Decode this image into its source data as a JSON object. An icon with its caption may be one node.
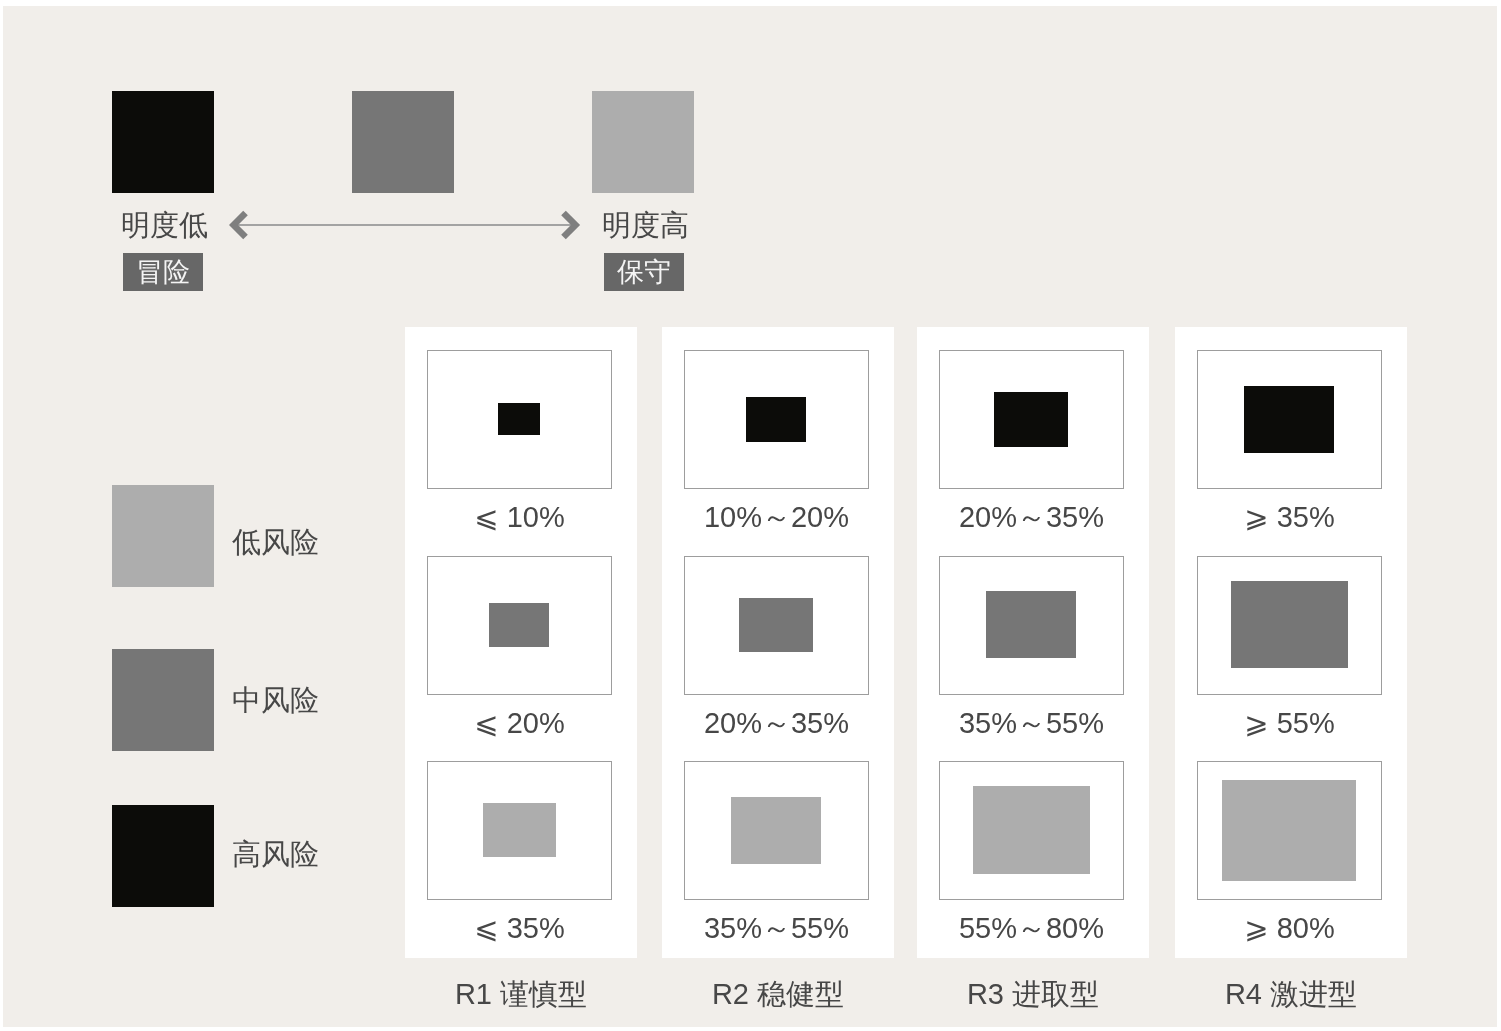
{
  "diagram": {
    "nodes": [
      {
        "text": [
          "明度低"
        ]
      },
      {
        "text": [
          "明度高"
        ]
      },
      {
        "text": [
          "冒险"
        ]
      },
      {
        "text": [
          "保守"
        ]
      },
      {
        "text": [
          "R1 谨慎型"
        ]
      },
      {
        "text": [
          "⩽ 10%"
        ],
        "in": 4
      },
      {
        "text": [
          "⩽ 20%"
        ],
        "in": 4
      },
      {
        "text": [
          "⩽ 35%"
        ],
        "in": 4
      },
      {
        "text": [
          "R2 稳健型"
        ]
      },
      {
        "text": [
          "10%～20%"
        ],
        "in": 8
      },
      {
        "text": [
          "20%～35%"
        ],
        "in": 8
      },
      {
        "text": [
          "35%～55%"
        ],
        "in": 8
      },
      {
        "text": [
          "R3 进取型"
        ]
      },
      {
        "text": [
          "20%～35%"
        ],
        "in": 12
      },
      {
        "text": [
          "35%～55%"
        ],
        "in": 12
      },
      {
        "text": [
          "55%～80%"
        ],
        "in": 12
      },
      {
        "text": [
          "R4 激进型"
        ]
      },
      {
        "text": [
          "⩾ 35%"
        ],
        "in": 16
      },
      {
        "text": [
          "⩾ 55%"
        ],
        "in": 16
      },
      {
        "text": [
          "⩾ 80%"
        ],
        "in": 16
      }
    ],
    "edges": [
      {
        "from": 0,
        "to": 1,
        "arrow": "both"
      }
    ],
    "legend": [
      {
        "text": "低风险",
        "color": "#adadad"
      },
      {
        "text": "中风险",
        "color": "#767676"
      },
      {
        "text": "高风险",
        "color": "#0c0c09"
      }
    ]
  }
}
